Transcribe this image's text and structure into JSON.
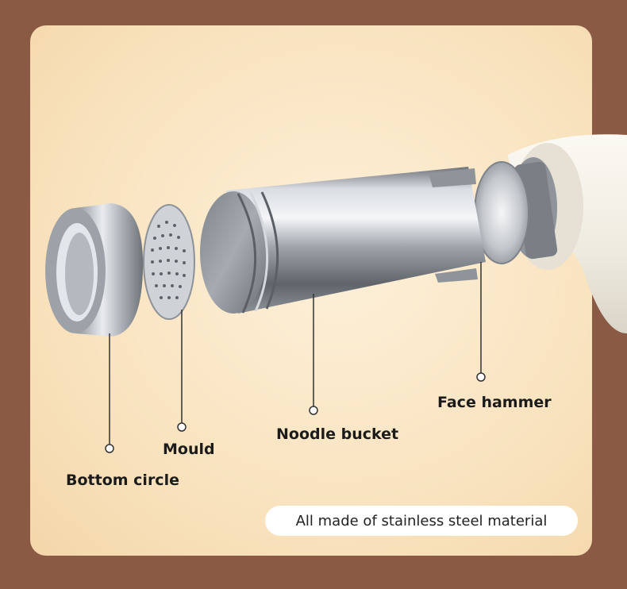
{
  "labels": {
    "bottom_circle": "Bottom circle",
    "mould": "Mould",
    "noodle_bucket": "Noodle bucket",
    "face_hammer": "Face hammer"
  },
  "footer": {
    "material_note": "All made of stainless steel material"
  },
  "colors": {
    "background": "#8a5a45",
    "panel": "#f9e3bf",
    "steel": "#b8bcc2",
    "machine_body": "#f2eee4"
  }
}
